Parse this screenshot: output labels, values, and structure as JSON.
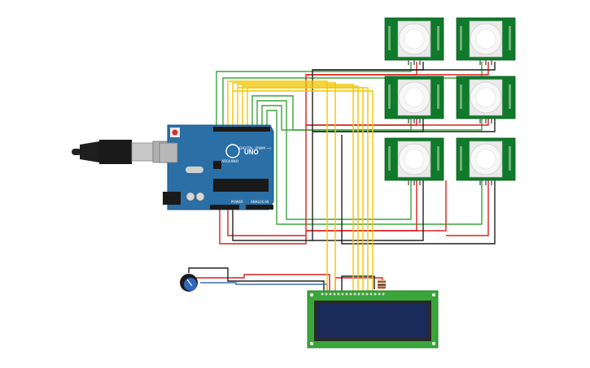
{
  "arduino": {
    "brand": "ARDUINO",
    "model": "UNO",
    "digital_label": "DIGITAL (PWM ~)",
    "power_label": "POWER",
    "analog_label": "ANALOG IN"
  },
  "pir_sensors": [
    {
      "id": "pir-1"
    },
    {
      "id": "pir-2"
    },
    {
      "id": "pir-3"
    },
    {
      "id": "pir-4"
    },
    {
      "id": "pir-5"
    },
    {
      "id": "pir-6"
    }
  ],
  "lcd": {
    "text": ""
  },
  "colors": {
    "board": "#2a6fa6",
    "pcb_green": "#0f7a2a",
    "wire_yellow": "#f2c500",
    "wire_red": "#d62020",
    "wire_black": "#222222",
    "wire_green": "#3aa63a",
    "lcd_screen": "#1a2a5a"
  }
}
